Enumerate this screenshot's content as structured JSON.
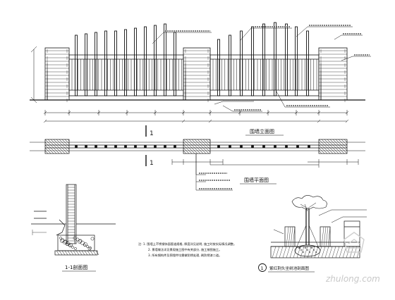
{
  "titles": {
    "elevation": "围墙立面图",
    "plan": "围墙平面图",
    "section": "1-1剖面图",
    "detail": "紫红荆头坐树池剖面图",
    "detail_number": "1"
  },
  "section_marks": {
    "top": "1",
    "bottom": "1"
  },
  "notes": [
    "注: 1. 围墙上不锈钢饰面管道规格, 厚度详见说明, 施工时按实际情况调整。",
    "2. 景墙做法详见景观施工图中有关部分, 施工按图施工。",
    "3. 所有钢构件及预埋件均需做防锈处理, 刷防锈漆二道。"
  ],
  "watermark": "zhulong.com",
  "colors": {
    "line": "#111111",
    "hatch": "#333333",
    "paper": "#ffffff",
    "watermark": "#c8c8c8"
  }
}
